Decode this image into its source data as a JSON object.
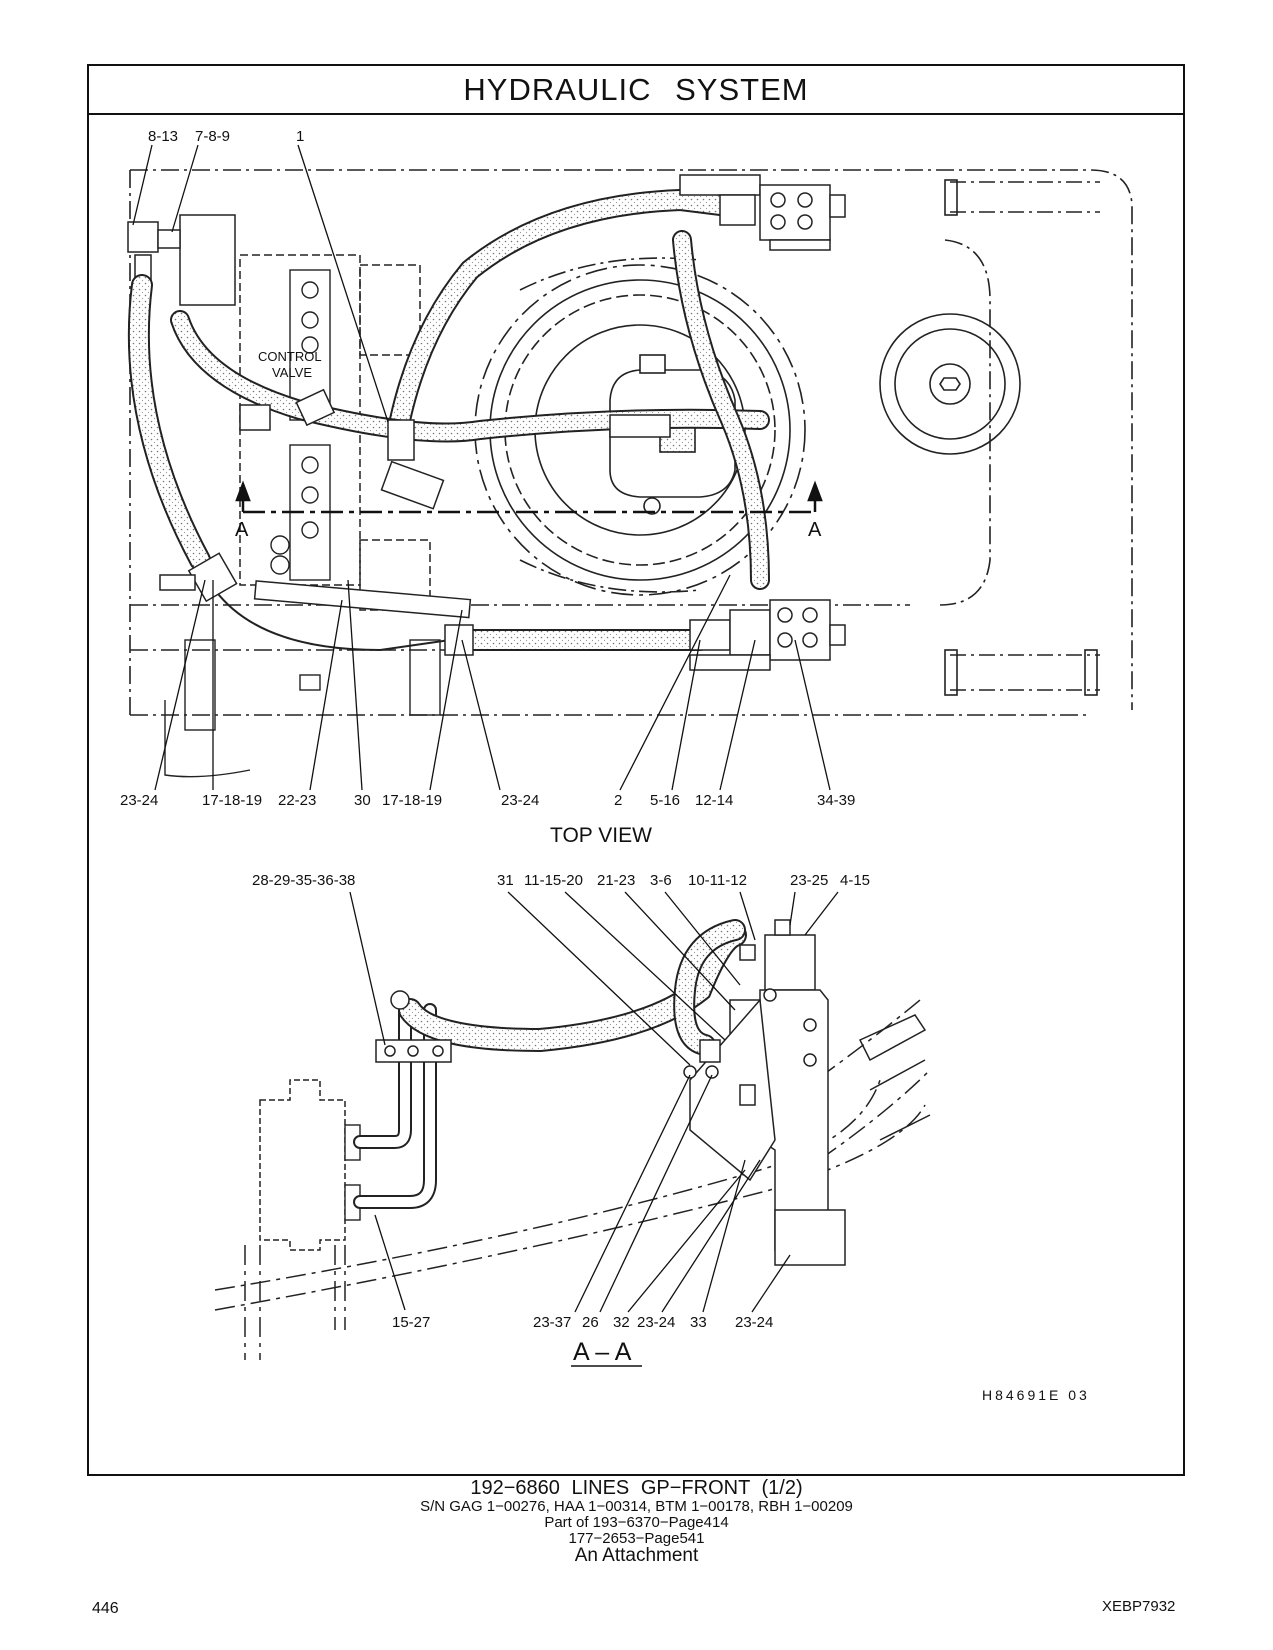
{
  "header": {
    "title": "HYDRAULIC SYSTEM"
  },
  "top_view": {
    "caption": "TOP VIEW",
    "component_label_line1": "CONTROL",
    "component_label_line2": "VALVE",
    "section_marker": "A",
    "callouts_top": [
      "8-13",
      "7-8-9",
      "1"
    ],
    "callouts_bottom": [
      "23-24",
      "17-18-19",
      "22-23",
      "30",
      "17-18-19",
      "23-24",
      "2",
      "5-16",
      "12-14",
      "34-39"
    ]
  },
  "section_view": {
    "caption": "A – A",
    "callouts_top": [
      "28-29-35-36-38",
      "31",
      "11-15-20",
      "21-23",
      "3-6",
      "10-11-12",
      "23-25",
      "4-15"
    ],
    "callouts_bottom": [
      "15-27",
      "23-37",
      "26",
      "32",
      "23-24",
      "33",
      "23-24"
    ]
  },
  "drawing_code": "H84691E 03",
  "footer": {
    "line1": "192−6860 LINES GP−FRONT (1/2)",
    "line2": "S/N GAG 1−00276, HAA 1−00314, BTM 1−00178, RBH 1−00209",
    "line3": "Part of 193−6370−Page414",
    "line4": "177−2653−Page541",
    "line5": "An Attachment"
  },
  "page_number": "446",
  "document_code": "XEBP7932"
}
